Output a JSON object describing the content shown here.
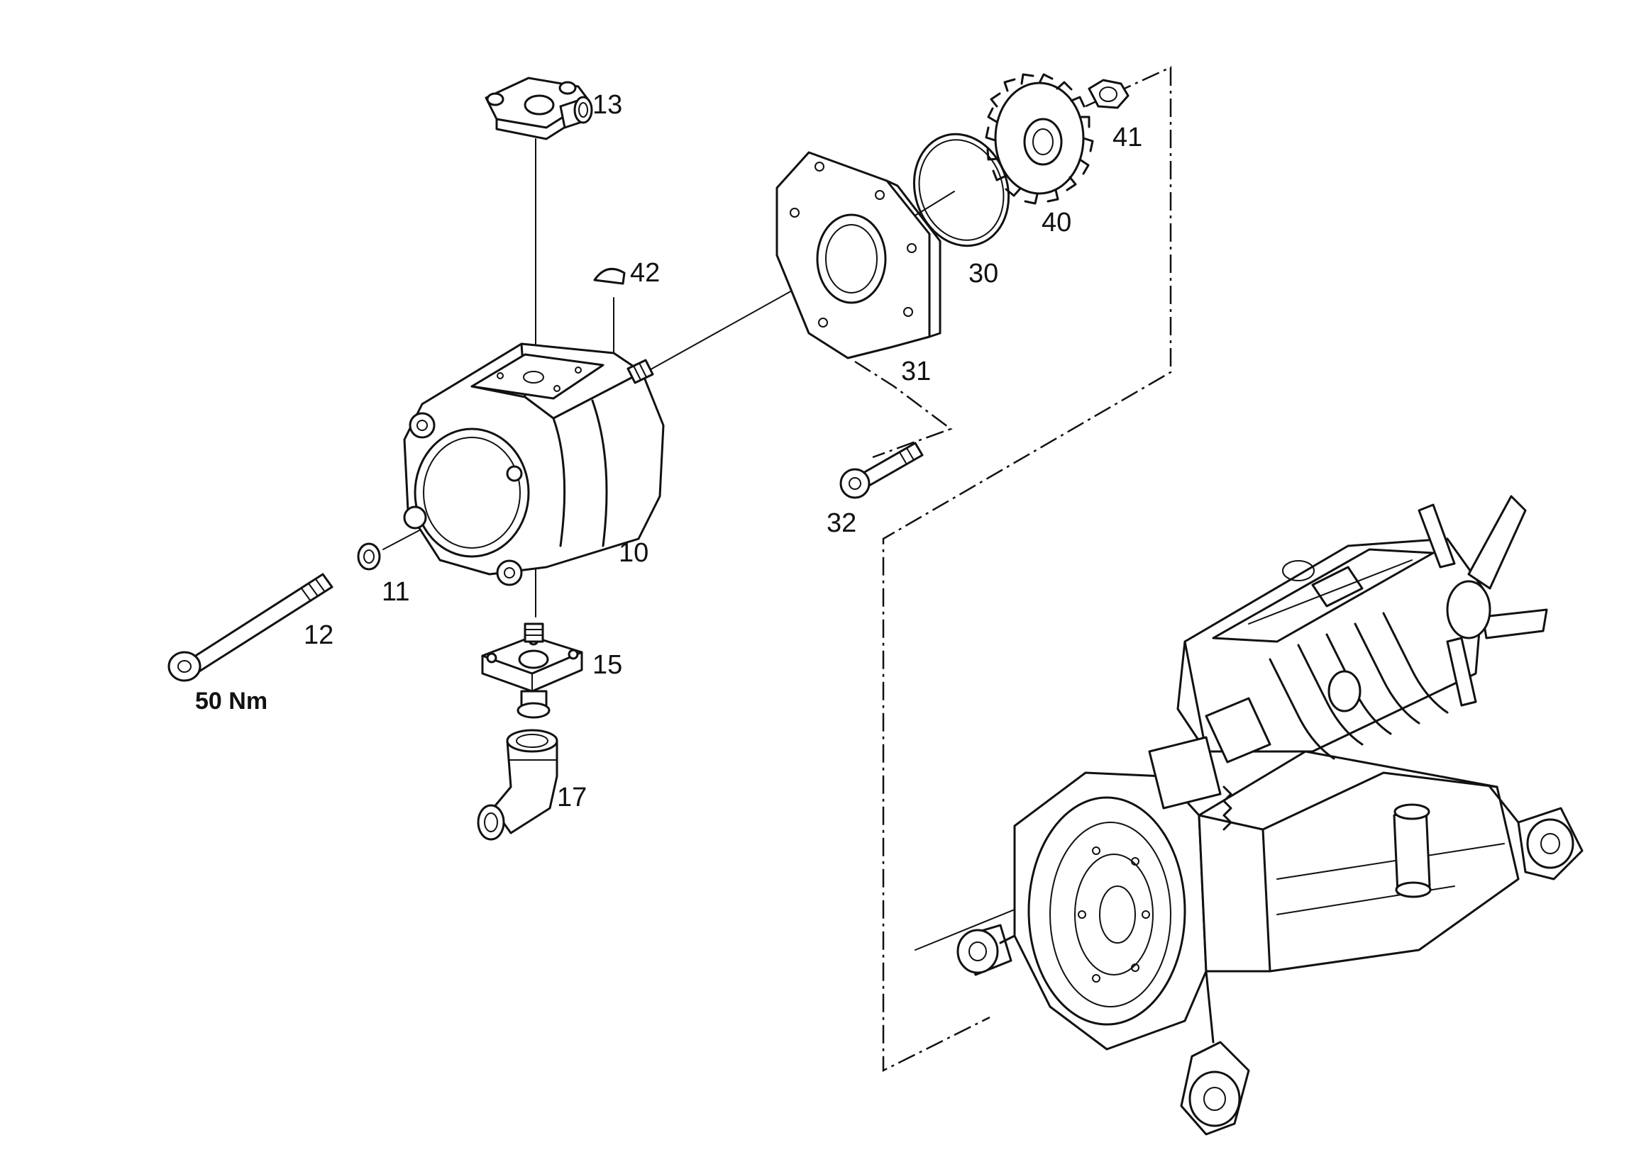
{
  "callouts": {
    "p10": "10",
    "p11": "11",
    "p12": "12",
    "p13": "13",
    "p15": "15",
    "p17": "17",
    "p30": "30",
    "p31": "31",
    "p32": "32",
    "p40": "40",
    "p41": "41",
    "p42": "42"
  },
  "torque_spec": "50 Nm"
}
